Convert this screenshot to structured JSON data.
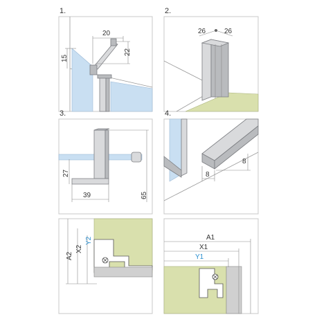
{
  "steps": [
    {
      "label": "1.",
      "dims": {
        "top": "20",
        "right": "22",
        "left": "15"
      }
    },
    {
      "label": "2.",
      "dims": {
        "a": "26",
        "b": "26"
      }
    },
    {
      "label": "3.",
      "dims": {
        "height": "27",
        "width": "39",
        "total": "65"
      }
    },
    {
      "label": "4.",
      "dims": {
        "height": "8",
        "width": "8"
      }
    }
  ],
  "panel5": {
    "outer_label": "A2",
    "mid_label": "X2",
    "inner_label": "Y2"
  },
  "panel6": {
    "outer_label": "A1",
    "mid_label": "X1",
    "inner_label": "Y1"
  },
  "colors": {
    "glass": "#c9dff2",
    "floor": "#d9e0ad",
    "profile": "#d9dadc",
    "accent": "#2a8fd0"
  }
}
